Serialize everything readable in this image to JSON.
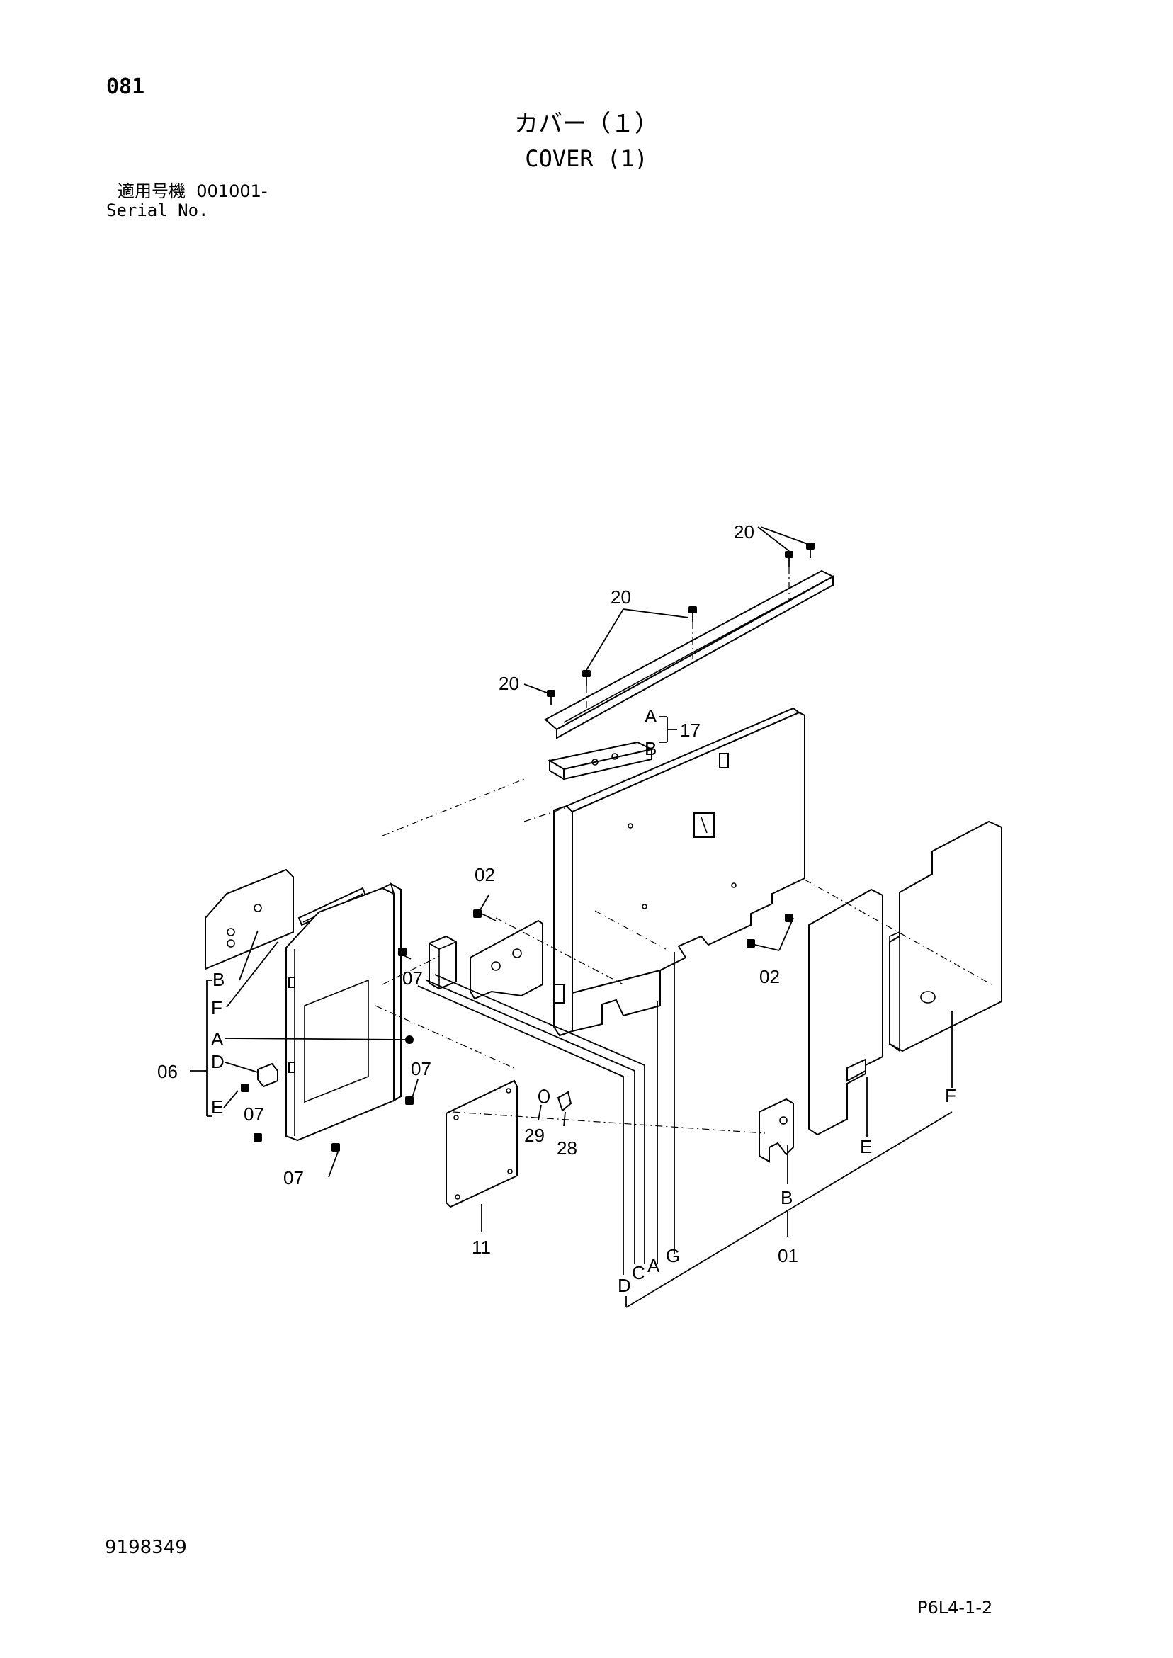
{
  "header": {
    "page_number": "081",
    "title_jp": "カバー（１）",
    "title_en": "COVER (1)",
    "serial_label_jp": "適用号機",
    "serial_range": "001001-",
    "serial_label_en": "Serial No."
  },
  "footer": {
    "drawing_number": "9198349",
    "page_code": "P6L4-1-2"
  },
  "callouts": {
    "p20a": "20",
    "p20b": "20",
    "p20c": "20",
    "p17": "17",
    "p17a": "A",
    "p17b": "B",
    "p02a": "02",
    "p02b": "02",
    "p07a": "07",
    "p07b": "07",
    "p07c": "07",
    "p07d": "07",
    "p06": "06",
    "p06b": "B",
    "p06f": "F",
    "p06a": "A",
    "p06d": "D",
    "p06e": "E",
    "p29": "29",
    "p28": "28",
    "p11": "11",
    "p01": "01",
    "p01b": "B",
    "p01e": "E",
    "p01f": "F",
    "p01d": "D",
    "p01c": "C",
    "p01a": "A",
    "p01g": "G"
  }
}
